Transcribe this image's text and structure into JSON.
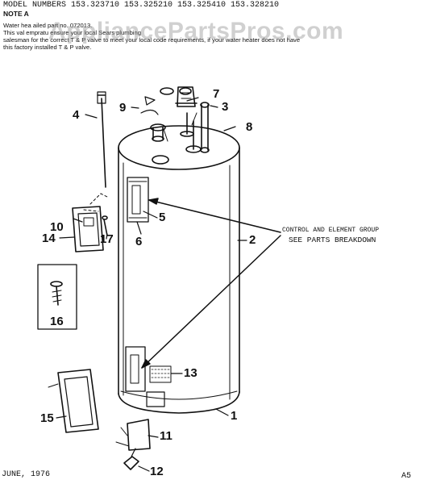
{
  "header": {
    "model_line": "MODEL NUMBERS 153.323710 153.325210 153.325410 153.328210",
    "note_title": "NOTE A",
    "note_line1": "Water hea                                                       ailed                    part no. 072013.",
    "note_line2": "This val                                                        empratu                 ensure your local Sears plumbing",
    "note_line3": "salesman for the correct T & P valve to meet your local code requirements, if your water heater does not have",
    "note_line4": "this factory installed T & P valve."
  },
  "watermark": "AppliancePartsPros.com",
  "callouts": {
    "c1": "1",
    "c2": "2",
    "c3": "3",
    "c4": "4",
    "c5": "5",
    "c6": "6",
    "c7": "7",
    "c8": "8",
    "c9": "9",
    "c10": "10",
    "c11": "11",
    "c12": "12",
    "c13": "13",
    "c14": "14",
    "c15": "15",
    "c16": "16",
    "c17": "17"
  },
  "group_label": "CONTROL AND ELEMENT GROUP",
  "see_label": "SEE PARTS BREAKDOWN",
  "footer": {
    "date": "JUNE, 1976",
    "page": "A5"
  }
}
